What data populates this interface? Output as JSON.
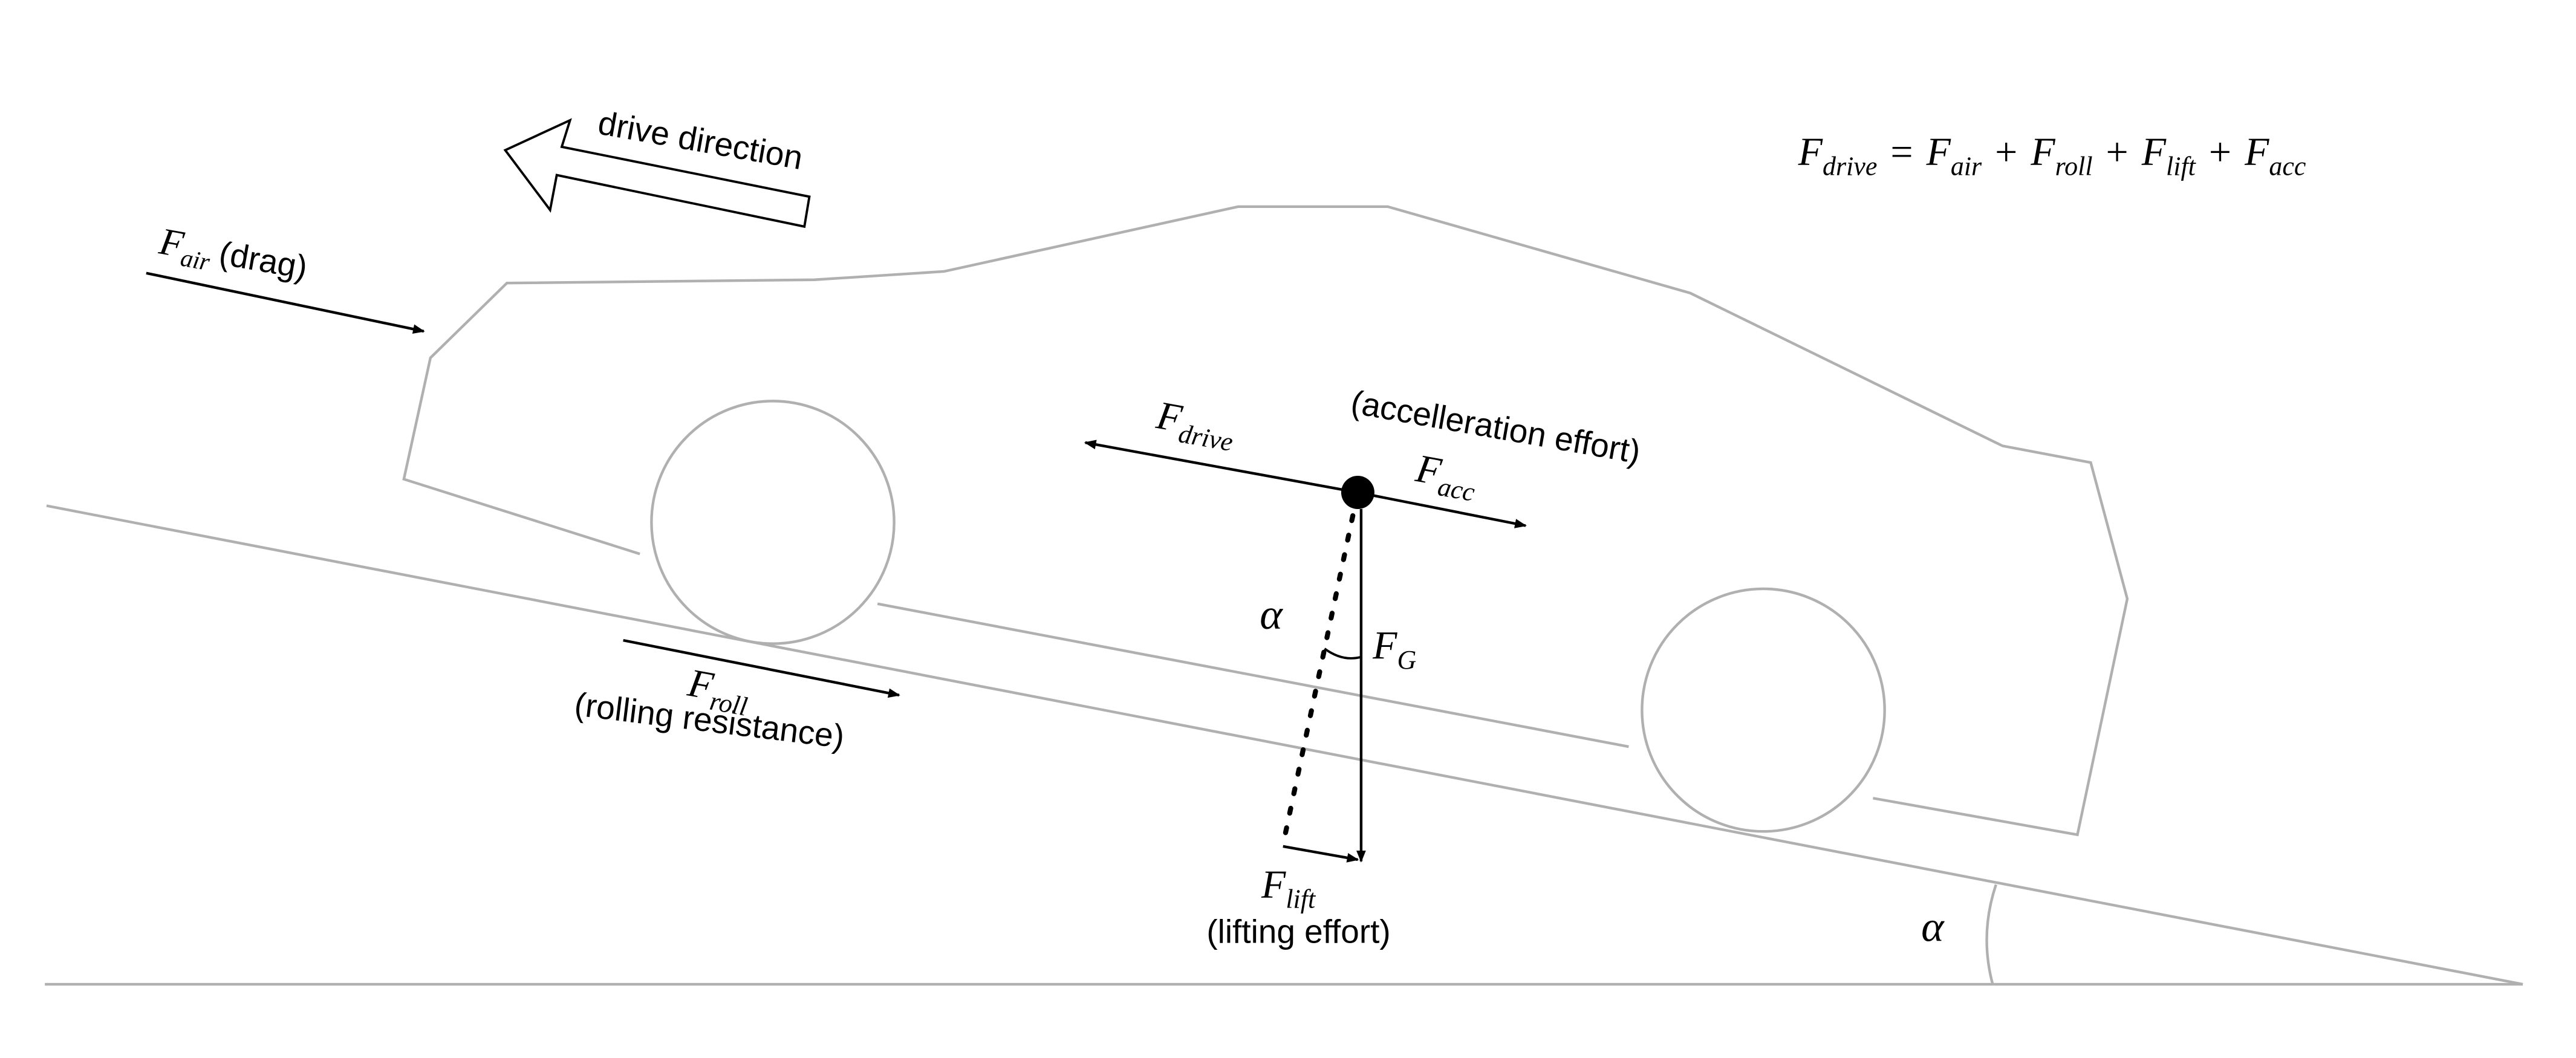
{
  "labels": {
    "drive_direction": "drive direction",
    "drag_suffix": "(drag)",
    "acceleration_effort": "(accelleration effort)",
    "rolling_resistance": "(rolling resistance)",
    "lifting_effort": "(lifting effort)",
    "alpha": "α"
  },
  "forces": {
    "air": {
      "base": "F",
      "sub": "air"
    },
    "drive": {
      "base": "F",
      "sub": "drive"
    },
    "acc": {
      "base": "F",
      "sub": "acc"
    },
    "roll": {
      "base": "F",
      "sub": "roll"
    },
    "lift": {
      "base": "F",
      "sub": "lift"
    },
    "gravity": {
      "base": "F",
      "sub": "G"
    }
  },
  "equation": {
    "lhs": {
      "base": "F",
      "sub": "drive"
    },
    "equals": "=",
    "plus": "+",
    "terms": [
      {
        "base": "F",
        "sub": "air"
      },
      {
        "base": "F",
        "sub": "roll"
      },
      {
        "base": "F",
        "sub": "lift"
      },
      {
        "base": "F",
        "sub": "acc"
      }
    ]
  },
  "colors": {
    "outline_gray": "#b0b0b0",
    "ink": "#000000"
  }
}
